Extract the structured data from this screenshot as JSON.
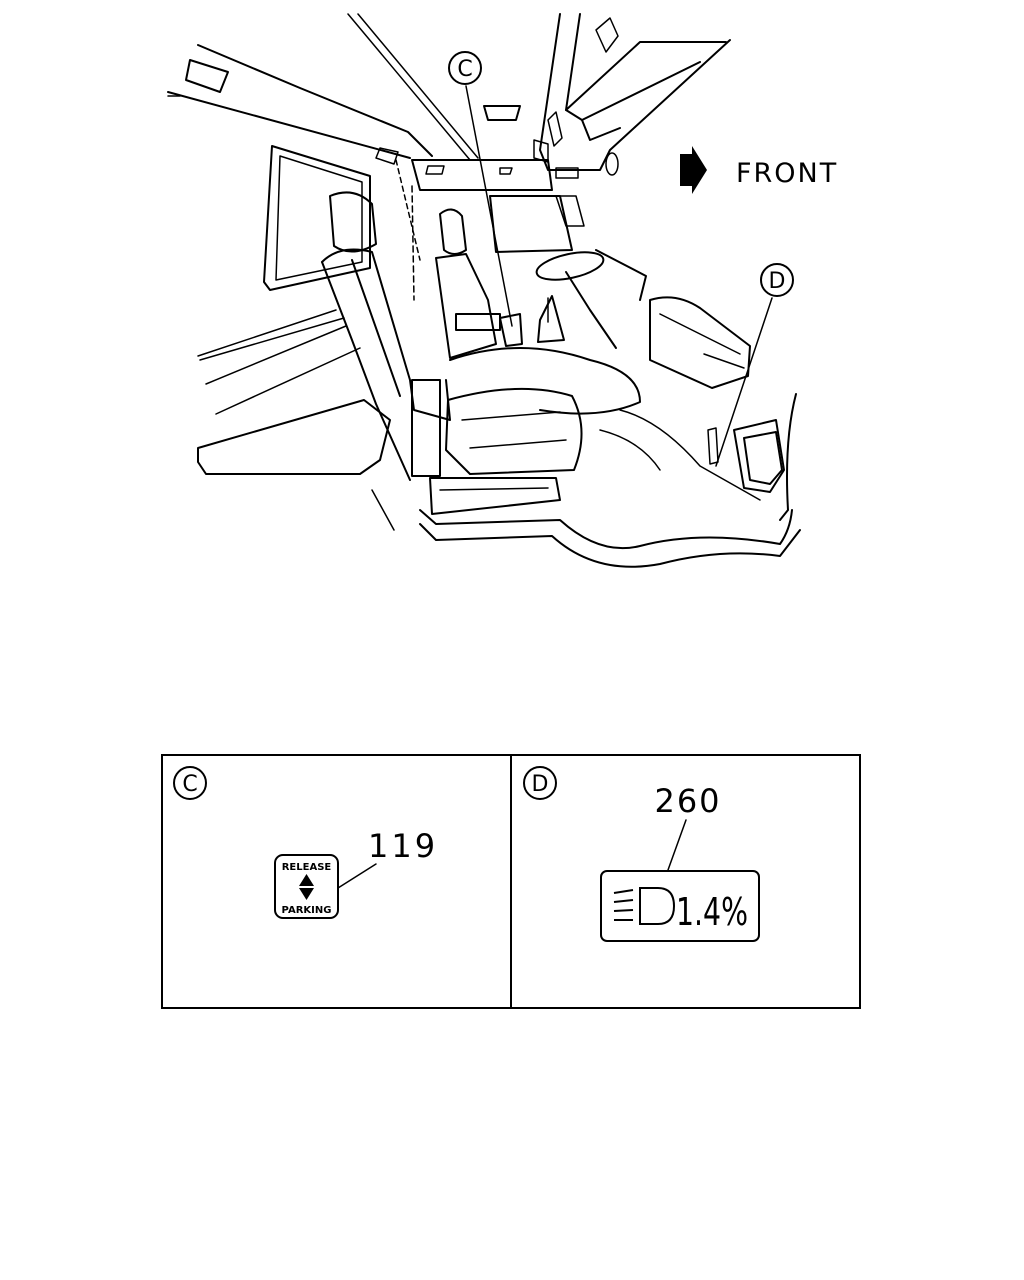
{
  "main_view": {
    "direction_label": "FRONT",
    "callouts": [
      {
        "letter": "C"
      },
      {
        "letter": "D"
      }
    ]
  },
  "detail_panels": [
    {
      "letter": "C",
      "part_number": "119",
      "label_top": "RELEASE",
      "label_bottom": "PARKING"
    },
    {
      "letter": "D",
      "part_number": "260",
      "label_text": "1.4%"
    }
  ]
}
